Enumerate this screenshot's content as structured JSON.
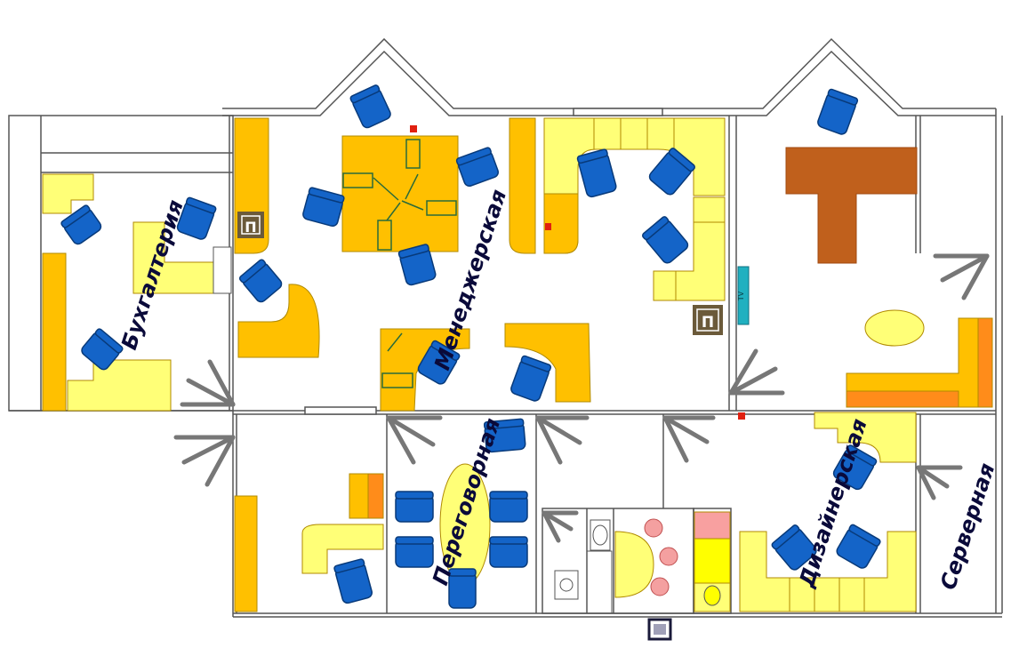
{
  "rooms": {
    "accounting": "Бухгалтерия",
    "managers": "Менеджерская",
    "meeting": "Переговорная",
    "designers": "Дизайнерская",
    "server": "Серверная"
  },
  "markers": {
    "radiator_letter": "П",
    "tv_label": "TV"
  },
  "icons": [
    "office-chair-icon",
    "door-swing-icon",
    "radiator-icon",
    "tv-icon",
    "toilet-icon",
    "sink-icon",
    "fire-sensor-icon",
    "column-icon"
  ],
  "colors": {
    "wall": "#555555",
    "desk_light": "#ffff77",
    "desk_orange": "#ffc000",
    "desk_deep": "#ff8c1a",
    "chair": "#1464c8",
    "chair_edge": "#083a7a",
    "boss_table": "#c0601c",
    "radiator": "#6b5a3a",
    "tv": "#20b0c0",
    "sensor": "#e02010",
    "kitchen_chair": "#f4a0a0",
    "column": "#a0a0b8"
  }
}
